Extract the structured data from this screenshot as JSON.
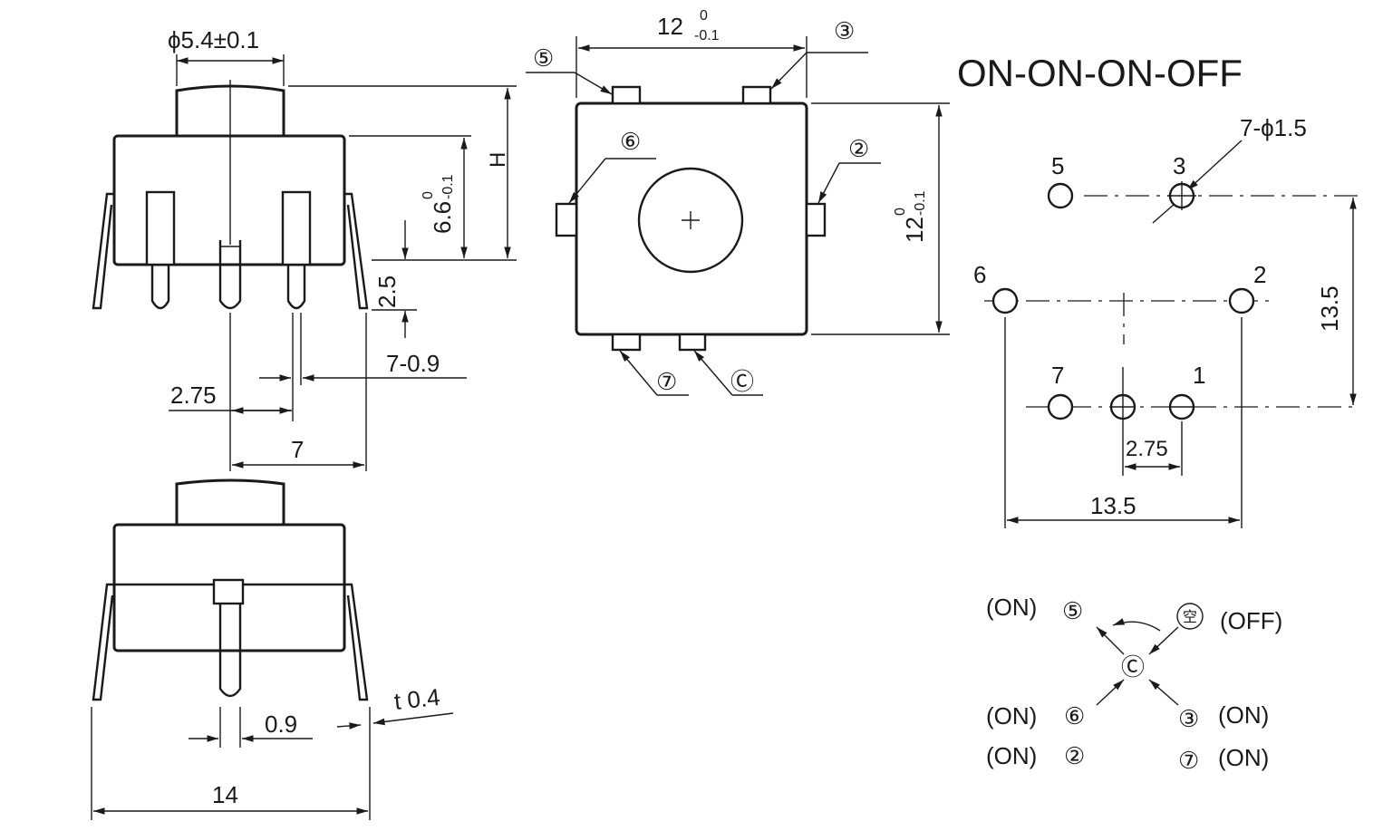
{
  "title": "ON-ON-ON-OFF",
  "side_view": {
    "diameter": "ϕ5.4±0.1",
    "height_main": "6.6",
    "height_tol_upper": "0",
    "height_tol_lower": "-0.1",
    "height_h": "H",
    "pin_length": "2.5",
    "pin_width": "7-0.9",
    "pin_pitch": "2.75",
    "pin_span": "7"
  },
  "front_view": {
    "pin_width": "0.9",
    "thickness": "t 0.4",
    "body_width": "14"
  },
  "top_view": {
    "width_main": "12",
    "width_tol_upper": "0",
    "width_tol_lower": "-0.1",
    "height_main": "12",
    "height_tol_upper": "0",
    "height_tol_lower": "-0.1",
    "pin_markers": [
      "⑤",
      "③",
      "⑥",
      "②",
      "⑦",
      "Ⓒ"
    ]
  },
  "footprint": {
    "hole_spec": "7-ϕ1.5",
    "labels": [
      "5",
      "3",
      "6",
      "2",
      "7",
      "1"
    ],
    "pitch": "2.75",
    "width": "13.5",
    "height": "13.5"
  },
  "schematic": {
    "on5": "(ON)",
    "off": "(OFF)",
    "on6": "(ON)",
    "on2": "(ON)",
    "on3": "(ON)",
    "on7": "(ON)",
    "m5": "⑤",
    "mkong": "空",
    "mc": "Ⓒ",
    "m6": "⑥",
    "m2": "②",
    "m3": "③",
    "m7": "⑦"
  }
}
